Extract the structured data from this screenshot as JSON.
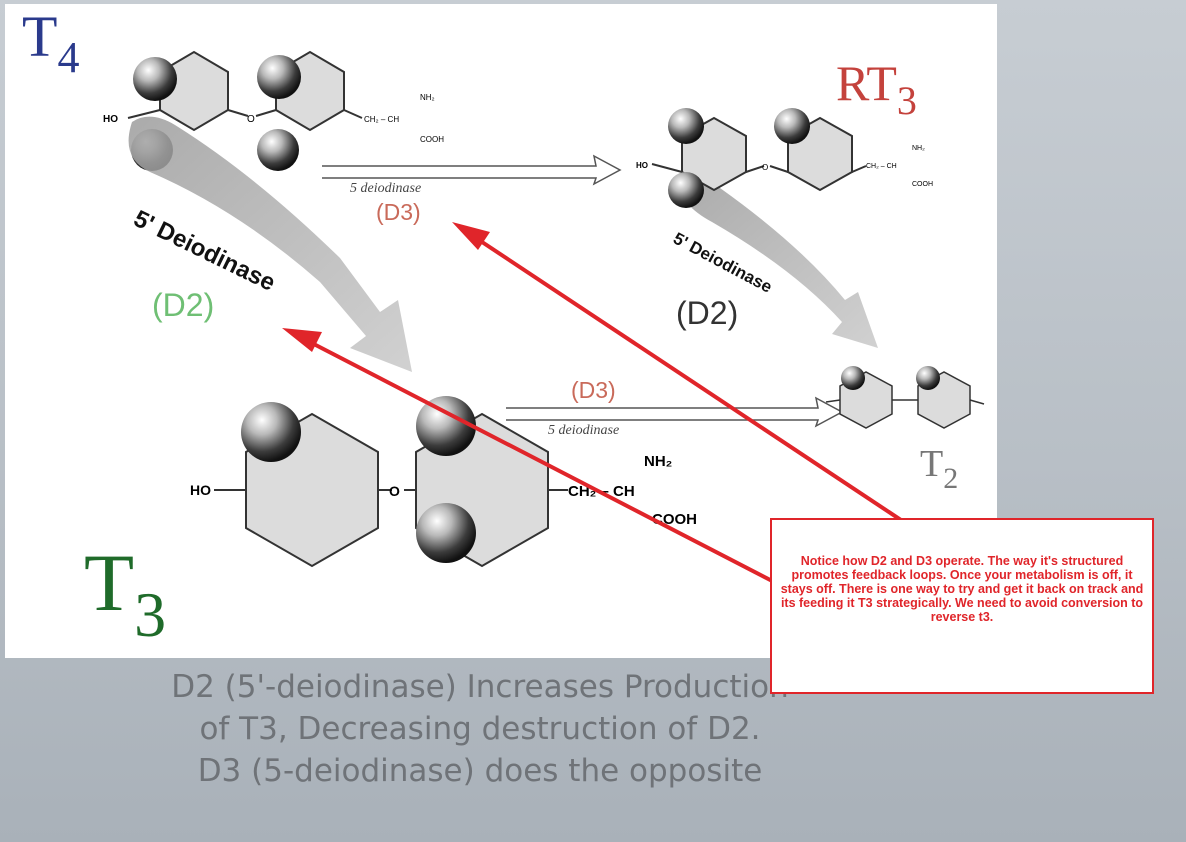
{
  "labels": {
    "t4_main": "T",
    "t4_sub": "4",
    "rt3_main": "RT",
    "rt3_sub": "3",
    "t3_main": "T",
    "t3_sub": "3",
    "t2_main": "T",
    "t2_sub": "2",
    "deiodinase_5prime_left": "5' Deiodinase",
    "deiodinase_5prime_right": "5' Deiodinase",
    "d2_left": "(D2)",
    "d2_right": "(D2)",
    "d3_top": "(D3)",
    "d3_bottom": "(D3)",
    "deiodinase_5_top": "5 deiodinase",
    "deiodinase_5_bottom": "5 deiodinase",
    "ho_t4": "HO",
    "o_t4": "O",
    "ch2_t4": "CH₂ – CH",
    "nh2_t4": "NH₂",
    "cooh_t4": "COOH",
    "ho_rt3": "HO",
    "o_rt3": "O",
    "ch2_rt3": "CH₂ – CH",
    "nh2_rt3": "NH₂",
    "cooh_rt3": "COOH",
    "ho_t3": "HO",
    "o_t3": "O",
    "ch2_t3": "CH₂ – CH",
    "nh2_t3": "NH₂",
    "cooh_t3": "COOH"
  },
  "callout": {
    "text": "Notice how D2 and D3 operate. The way it's structured promotes feedback loops. Once your metabolism is off, it stays off. There is one way to try and get it back on track and its feeding it T3 strategically. We need to avoid conversion to reverse t3."
  },
  "caption": {
    "line1": "D2 (5'-deiodinase) Increases Production",
    "line2": "of T3, Decreasing destruction of D2.",
    "line3": "D3 (5-deiodinase) does the opposite"
  },
  "colors": {
    "t4": "#2a3a8c",
    "rt3": "#c4423c",
    "t3": "#1f6b2a",
    "d2_left": "#6fbf74",
    "d3": "#c96a5a",
    "annotation_red": "#e0252a"
  }
}
